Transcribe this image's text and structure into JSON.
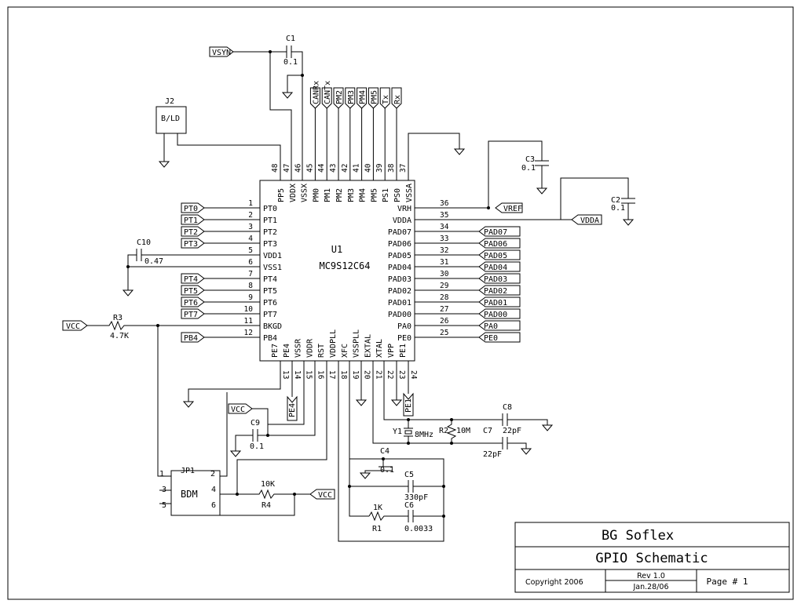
{
  "ic": {
    "ref": "U1",
    "part": "MC9S12C64",
    "pins_left": [
      {
        "num": "1",
        "name": "PT0",
        "net": "PT0"
      },
      {
        "num": "2",
        "name": "PT1",
        "net": "PT1"
      },
      {
        "num": "3",
        "name": "PT2",
        "net": "PT2"
      },
      {
        "num": "4",
        "name": "PT3",
        "net": "PT3"
      },
      {
        "num": "5",
        "name": "VDD1",
        "net": ""
      },
      {
        "num": "6",
        "name": "VSS1",
        "net": ""
      },
      {
        "num": "7",
        "name": "PT4",
        "net": "PT4"
      },
      {
        "num": "8",
        "name": "PT5",
        "net": "PT5"
      },
      {
        "num": "9",
        "name": "PT6",
        "net": "PT6"
      },
      {
        "num": "10",
        "name": "PT7",
        "net": "PT7"
      },
      {
        "num": "11",
        "name": "BKGD",
        "net": ""
      },
      {
        "num": "12",
        "name": "PB4",
        "net": "PB4"
      }
    ],
    "pins_right": [
      {
        "num": "36",
        "name": "VRH",
        "net": "VREF"
      },
      {
        "num": "35",
        "name": "VDDA",
        "net": "VDDA"
      },
      {
        "num": "34",
        "name": "PAD07",
        "net": "PAD07"
      },
      {
        "num": "33",
        "name": "PAD06",
        "net": "PAD06"
      },
      {
        "num": "32",
        "name": "PAD05",
        "net": "PAD05"
      },
      {
        "num": "31",
        "name": "PAD04",
        "net": "PAD04"
      },
      {
        "num": "30",
        "name": "PAD03",
        "net": "PAD03"
      },
      {
        "num": "29",
        "name": "PAD02",
        "net": "PAD02"
      },
      {
        "num": "28",
        "name": "PAD01",
        "net": "PAD01"
      },
      {
        "num": "27",
        "name": "PAD00",
        "net": "PAD00"
      },
      {
        "num": "26",
        "name": "PA0",
        "net": "PA0"
      },
      {
        "num": "25",
        "name": "PE0",
        "net": "PE0"
      }
    ],
    "pins_top": [
      {
        "num": "48",
        "name": "PP5",
        "net": ""
      },
      {
        "num": "47",
        "name": "VDDX",
        "net": ""
      },
      {
        "num": "46",
        "name": "VSSX",
        "net": ""
      },
      {
        "num": "45",
        "name": "PM0",
        "net": "CANRx"
      },
      {
        "num": "44",
        "name": "PM1",
        "net": "CANTx"
      },
      {
        "num": "43",
        "name": "PM2",
        "net": "PM2"
      },
      {
        "num": "42",
        "name": "PM3",
        "net": "PM3"
      },
      {
        "num": "41",
        "name": "PM4",
        "net": "PM4"
      },
      {
        "num": "40",
        "name": "PM5",
        "net": "PM5"
      },
      {
        "num": "39",
        "name": "PS1",
        "net": "Tx"
      },
      {
        "num": "38",
        "name": "PS0",
        "net": "Rx"
      },
      {
        "num": "37",
        "name": "VSSA",
        "net": ""
      }
    ],
    "pins_bottom": [
      {
        "num": "13",
        "name": "PE7"
      },
      {
        "num": "14",
        "name": "PE4"
      },
      {
        "num": "15",
        "name": "VSSR"
      },
      {
        "num": "16",
        "name": "VDDR"
      },
      {
        "num": "17",
        "name": "RST"
      },
      {
        "num": "18",
        "name": "VDDPLL"
      },
      {
        "num": "19",
        "name": "XFC"
      },
      {
        "num": "20",
        "name": "VSSPLL"
      },
      {
        "num": "21",
        "name": "EXTAL"
      },
      {
        "num": "22",
        "name": "XTAL"
      },
      {
        "num": "23",
        "name": "VPP"
      },
      {
        "num": "24",
        "name": "PE1"
      }
    ]
  },
  "nets": {
    "vsyn": "VSYN",
    "vcc": "VCC",
    "pe4": "PE4",
    "pe1": "PE1"
  },
  "components": {
    "c1": {
      "ref": "C1",
      "value": "0.1"
    },
    "c2": {
      "ref": "C2",
      "value": "0.1"
    },
    "c3": {
      "ref": "C3",
      "value": "0.1"
    },
    "c4": {
      "ref": "C4",
      "value": "0.1"
    },
    "c5": {
      "ref": "C5",
      "value": "330pF"
    },
    "c6": {
      "ref": "C6",
      "value": "0.0033"
    },
    "c7": {
      "ref": "C7",
      "value": "22pF"
    },
    "c8": {
      "ref": "C8",
      "value": "22pF"
    },
    "c9": {
      "ref": "C9",
      "value": "0.1"
    },
    "c10": {
      "ref": "C10",
      "value": "0.47"
    },
    "r1": {
      "ref": "R1",
      "value": "1K"
    },
    "r2": {
      "ref": "R2",
      "value": "10M"
    },
    "r3": {
      "ref": "R3",
      "value": "4.7K"
    },
    "r4": {
      "ref": "R4",
      "value": "10K"
    },
    "y1": {
      "ref": "Y1",
      "value": "8MHz"
    },
    "j2": {
      "ref": "J2",
      "value": "B/LD"
    },
    "jp1": {
      "ref": "JP1",
      "value": "BDM",
      "pins": [
        "1",
        "2",
        "3",
        "4",
        "5",
        "6"
      ]
    }
  },
  "title_block": {
    "company": "BG Soflex",
    "title": "GPIO Schematic",
    "copyright": "Copyright 2006",
    "rev": "Rev 1.0",
    "date": "Jan.28/06",
    "page": "Page # 1"
  }
}
